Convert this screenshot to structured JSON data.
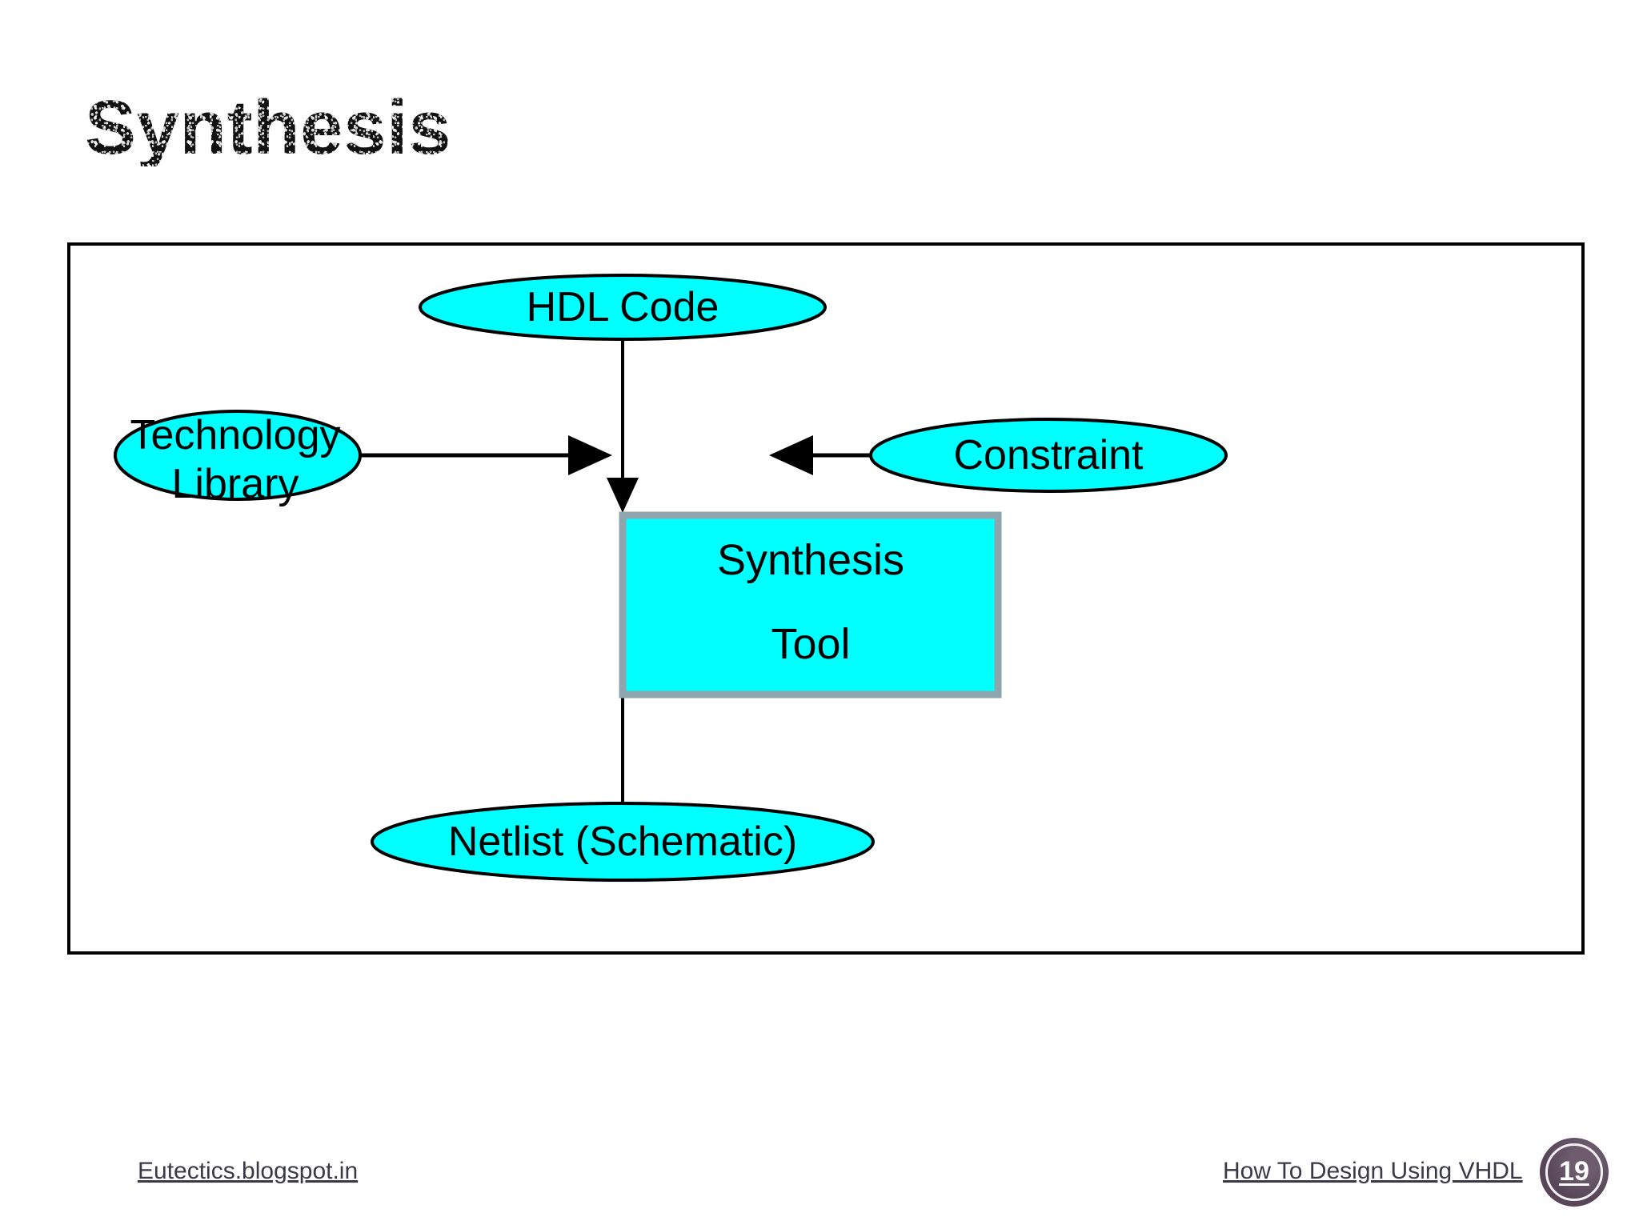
{
  "slide": {
    "title": "Synthesis",
    "page_number": "19"
  },
  "colors": {
    "node_fill": "#00FFFF",
    "node_stroke": "#000000",
    "box_border": "#8FA5AD",
    "frame_border": "#000000",
    "badge_fill": "#5D4A5E",
    "footer_text": "#3A3A46"
  },
  "diagram": {
    "type": "flow-diagram",
    "nodes": [
      {
        "id": "hdl-code",
        "shape": "ellipse",
        "label": "HDL Code",
        "position": "top"
      },
      {
        "id": "technology-library",
        "shape": "ellipse",
        "label_line1": "Technology",
        "label_line2": "Library",
        "label": "Technology Library",
        "position": "left"
      },
      {
        "id": "synthesis-tool",
        "shape": "rectangle",
        "label_line1": "Synthesis",
        "label_line2": "Tool",
        "label": "Synthesis Tool",
        "position": "center"
      },
      {
        "id": "constraint",
        "shape": "ellipse",
        "label": "Constraint",
        "position": "right"
      },
      {
        "id": "netlist",
        "shape": "ellipse",
        "label": "Netlist (Schematic)",
        "position": "bottom"
      }
    ],
    "edges": [
      {
        "id": "edge-hdl-to-tool",
        "from": "hdl-code",
        "to": "synthesis-tool",
        "direction": "down"
      },
      {
        "id": "edge-library-to-tool",
        "from": "technology-library",
        "to": "synthesis-tool",
        "direction": "right"
      },
      {
        "id": "edge-constraint-to-tool",
        "from": "constraint",
        "to": "synthesis-tool",
        "direction": "left"
      },
      {
        "id": "edge-tool-to-netlist",
        "from": "synthesis-tool",
        "to": "netlist",
        "direction": "down"
      }
    ]
  },
  "footer": {
    "left_link": "Eutectics.blogspot.in",
    "right_link": "How To Design Using VHDL"
  }
}
